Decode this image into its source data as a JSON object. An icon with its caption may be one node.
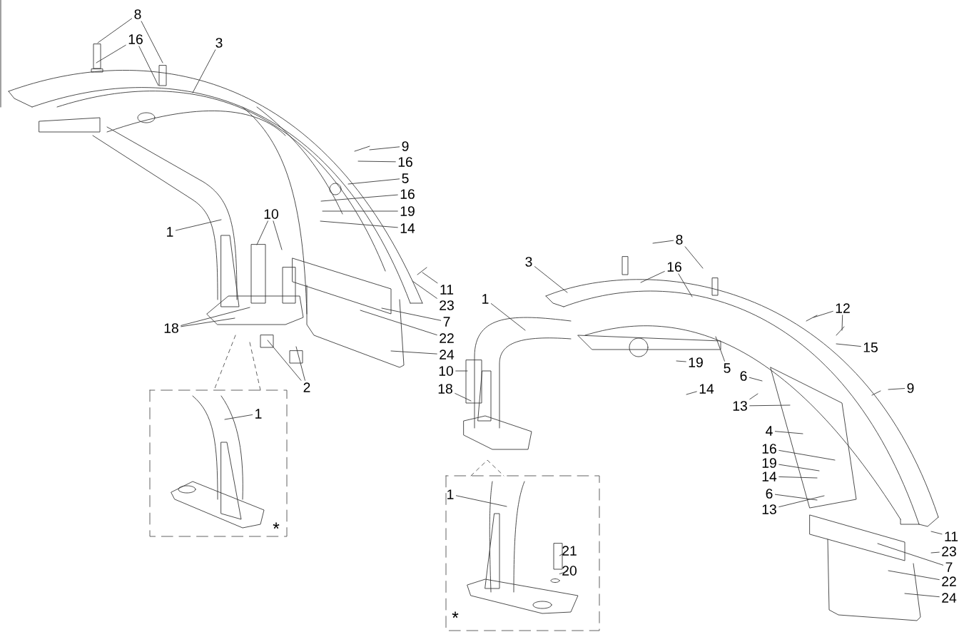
{
  "diagram": {
    "nodes": [
      {
        "text": [
          "8"
        ]
      },
      {
        "text": [
          "16"
        ]
      },
      {
        "text": [
          "3"
        ]
      },
      {
        "text": [
          "9"
        ]
      },
      {
        "text": [
          "16"
        ]
      },
      {
        "text": [
          "5"
        ]
      },
      {
        "text": [
          "16"
        ]
      },
      {
        "text": [
          "19"
        ]
      },
      {
        "text": [
          "14"
        ]
      },
      {
        "text": [
          "10"
        ]
      },
      {
        "text": [
          "1"
        ]
      },
      {
        "text": [
          "11"
        ]
      },
      {
        "text": [
          "23"
        ]
      },
      {
        "text": [
          "7"
        ]
      },
      {
        "text": [
          "18"
        ]
      },
      {
        "text": [
          "22"
        ]
      },
      {
        "text": [
          "24"
        ]
      },
      {
        "text": [
          "2"
        ]
      },
      {
        "text": [
          "1"
        ]
      },
      {
        "text": [
          "1"
        ]
      },
      {
        "text": [
          "10"
        ]
      },
      {
        "text": [
          "18"
        ]
      },
      {
        "text": [
          "1"
        ]
      },
      {
        "text": [
          "21"
        ]
      },
      {
        "text": [
          "20"
        ]
      },
      {
        "text": [
          "3"
        ]
      },
      {
        "text": [
          "8"
        ]
      },
      {
        "text": [
          "16"
        ]
      },
      {
        "text": [
          "12"
        ]
      },
      {
        "text": [
          "15"
        ]
      },
      {
        "text": [
          "19"
        ]
      },
      {
        "text": [
          "5"
        ]
      },
      {
        "text": [
          "14"
        ]
      },
      {
        "text": [
          "6"
        ]
      },
      {
        "text": [
          "9"
        ]
      },
      {
        "text": [
          "13"
        ]
      },
      {
        "text": [
          "4"
        ]
      },
      {
        "text": [
          "16"
        ]
      },
      {
        "text": [
          "19"
        ]
      },
      {
        "text": [
          "14"
        ]
      },
      {
        "text": [
          "6"
        ]
      },
      {
        "text": [
          "13"
        ]
      },
      {
        "text": [
          "11"
        ]
      },
      {
        "text": [
          "23"
        ]
      },
      {
        "text": [
          "7"
        ]
      },
      {
        "text": [
          "22"
        ]
      },
      {
        "text": [
          "24"
        ]
      }
    ],
    "edges": [
      {
        "from": 0,
        "to": null,
        "arrow": "none"
      },
      {
        "from": 0,
        "to": null,
        "arrow": "none"
      },
      {
        "from": 1,
        "to": null,
        "arrow": "none"
      },
      {
        "from": 1,
        "to": null,
        "arrow": "none"
      },
      {
        "from": 2,
        "to": null,
        "arrow": "none"
      },
      {
        "from": 3,
        "to": null,
        "arrow": "none"
      },
      {
        "from": 4,
        "to": null,
        "arrow": "none"
      },
      {
        "from": 5,
        "to": null,
        "arrow": "none"
      },
      {
        "from": 6,
        "to": null,
        "arrow": "none"
      },
      {
        "from": 7,
        "to": null,
        "arrow": "none"
      },
      {
        "from": 8,
        "to": null,
        "arrow": "none"
      },
      {
        "from": 9,
        "to": null,
        "arrow": "none"
      },
      {
        "from": 9,
        "to": null,
        "arrow": "none"
      },
      {
        "from": 10,
        "to": null,
        "arrow": "none"
      },
      {
        "from": 11,
        "to": null,
        "arrow": "none"
      },
      {
        "from": 12,
        "to": null,
        "arrow": "none"
      },
      {
        "from": 13,
        "to": null,
        "arrow": "none"
      },
      {
        "from": 14,
        "to": null,
        "arrow": "none"
      },
      {
        "from": 14,
        "to": null,
        "arrow": "none"
      },
      {
        "from": 15,
        "to": null,
        "arrow": "none"
      },
      {
        "from": 16,
        "to": null,
        "arrow": "none"
      },
      {
        "from": 17,
        "to": null,
        "arrow": "none"
      },
      {
        "from": 17,
        "to": null,
        "arrow": "none"
      },
      {
        "from": 18,
        "to": null,
        "arrow": "none"
      },
      {
        "from": 19,
        "to": null,
        "arrow": "none"
      },
      {
        "from": 20,
        "to": null,
        "arrow": "none"
      },
      {
        "from": 21,
        "to": null,
        "arrow": "none"
      },
      {
        "from": 22,
        "to": null,
        "arrow": "none"
      },
      {
        "from": 23,
        "to": null,
        "arrow": "none"
      },
      {
        "from": 24,
        "to": null,
        "arrow": "none"
      },
      {
        "from": 25,
        "to": null,
        "arrow": "none"
      },
      {
        "from": 26,
        "to": null,
        "arrow": "none"
      },
      {
        "from": 26,
        "to": null,
        "arrow": "none"
      },
      {
        "from": 27,
        "to": null,
        "arrow": "none"
      },
      {
        "from": 27,
        "to": null,
        "arrow": "none"
      },
      {
        "from": 28,
        "to": null,
        "arrow": "none"
      },
      {
        "from": 28,
        "to": null,
        "arrow": "none"
      },
      {
        "from": 29,
        "to": null,
        "arrow": "none"
      },
      {
        "from": 30,
        "to": null,
        "arrow": "none"
      },
      {
        "from": 31,
        "to": null,
        "arrow": "none"
      },
      {
        "from": 32,
        "to": null,
        "arrow": "none"
      },
      {
        "from": 33,
        "to": null,
        "arrow": "none"
      },
      {
        "from": 34,
        "to": null,
        "arrow": "none"
      },
      {
        "from": 35,
        "to": null,
        "arrow": "none"
      },
      {
        "from": 35,
        "to": null,
        "arrow": "none"
      },
      {
        "from": 36,
        "to": null,
        "arrow": "none"
      },
      {
        "from": 37,
        "to": null,
        "arrow": "none"
      },
      {
        "from": 38,
        "to": null,
        "arrow": "none"
      },
      {
        "from": 39,
        "to": null,
        "arrow": "none"
      },
      {
        "from": 40,
        "to": null,
        "arrow": "none"
      },
      {
        "from": 41,
        "to": null,
        "arrow": "none"
      },
      {
        "from": 42,
        "to": null,
        "arrow": "none"
      },
      {
        "from": 43,
        "to": null,
        "arrow": "none"
      },
      {
        "from": 44,
        "to": null,
        "arrow": "none"
      },
      {
        "from": 45,
        "to": null,
        "arrow": "none"
      },
      {
        "from": 46,
        "to": null,
        "arrow": "none"
      }
    ],
    "labels": [
      "*",
      "*"
    ]
  }
}
